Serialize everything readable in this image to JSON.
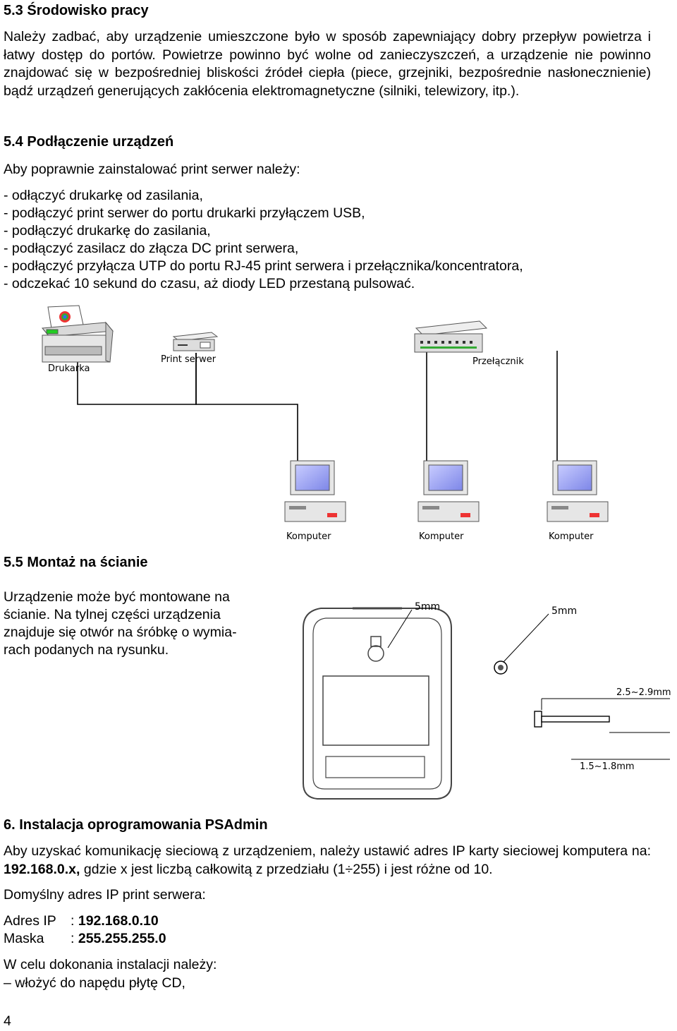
{
  "s53": {
    "heading": "5.3 Środowisko pracy",
    "para": "Należy zadbać, aby urządzenie umieszczone było w sposób zapewniający dobry przepływ powietrza i łatwy dostęp do portów. Powietrze powinno być wolne od zanieczyszczeń, a urządzenie nie powinno znajdować się w bezpośredniej bliskości źródeł ciepła (piece, grzejniki, bezpośrednie nasłonecznienie) bądź urządzeń generujących zakłócenia elektromagnetyczne (silniki, telewizory, itp.)."
  },
  "s54": {
    "heading": "5.4 Podłączenie urządzeń",
    "intro": "Aby poprawnie zainstalować print serwer należy:",
    "steps": [
      "- odłączyć drukarkę od zasilania,",
      "- podłączyć print serwer do portu drukarki przyłączem USB,",
      "- podłączyć drukarkę do zasilania,",
      "- podłączyć zasilacz do złącza DC print serwera,",
      "- podłączyć przyłącza UTP do portu RJ-45 print serwera i przełącznika/koncentratora,",
      "- odczekać 10 sekund do czasu, aż diody LED przestaną pulsować."
    ],
    "diagram": {
      "printer": "Drukarka",
      "print_server": "Print serwer",
      "switch": "Przełącznik",
      "computers": [
        "Komputer",
        "Komputer",
        "Komputer"
      ]
    }
  },
  "s55": {
    "heading": "5.5 Montaż na ścianie",
    "lines": [
      "Urządzenie może być montowane na",
      "ścianie. Na tylnej części urządzenia",
      "znajduje się otwór na śróbkę o wymia-",
      "rach podanych na rysunku."
    ],
    "diagram": {
      "label_5mm_a": "5mm",
      "label_5mm_b": "5mm",
      "label_head": "2.5~2.9mm",
      "label_shaft": "1.5~1.8mm"
    }
  },
  "s6": {
    "heading": "6. Instalacja oprogramowania PSAdmin",
    "para_a": "Aby uzyskać komunikację sieciową z urządzeniem, należy ustawić adres IP karty sieciowej komputera na: ",
    "ip_range": "192.168.0.x,",
    "para_b": " gdzie x jest liczbą całkowitą z przedziału (1",
    "div_sign": "÷",
    "para_c": "255) i jest różne od 10.",
    "default_label": "Domyślny adres IP print serwera:",
    "ip_label": "Adres IP",
    "ip_value": "192.168.0.10",
    "mask_label": "Maska",
    "mask_value": "255.255.255.0",
    "separator": ":",
    "install_intro": "W celu dokonania instalacji należy:",
    "install_step": "–  włożyć do napędu płytę CD,"
  },
  "page_number": "4"
}
